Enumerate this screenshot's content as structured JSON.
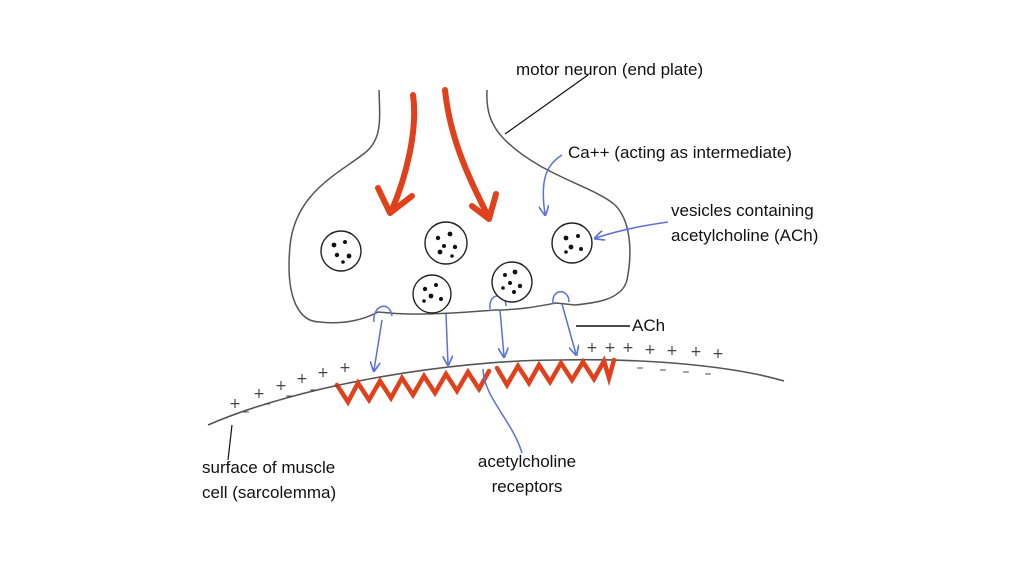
{
  "labels": {
    "motor_neuron": "motor neuron (end plate)",
    "calcium": "Ca++ (acting as intermediate)",
    "vesicles_line1": "vesicles containing",
    "vesicles_line2": "acetylcholine (ACh)",
    "ach": "ACh",
    "sarcolemma_line1": "surface of muscle",
    "sarcolemma_line2": "cell (sarcolemma)",
    "receptors_line1": "acetylcholine",
    "receptors_line2": "receptors"
  },
  "charge_symbols": {
    "positive": "+",
    "negative": "–"
  },
  "colors": {
    "outline": "#555555",
    "signal_arrow": "#e0401a",
    "receptor": "#e0401a",
    "diffusion_arrow": "#5a72d8",
    "vesicle_dots": "#111111",
    "text": "#111111"
  }
}
